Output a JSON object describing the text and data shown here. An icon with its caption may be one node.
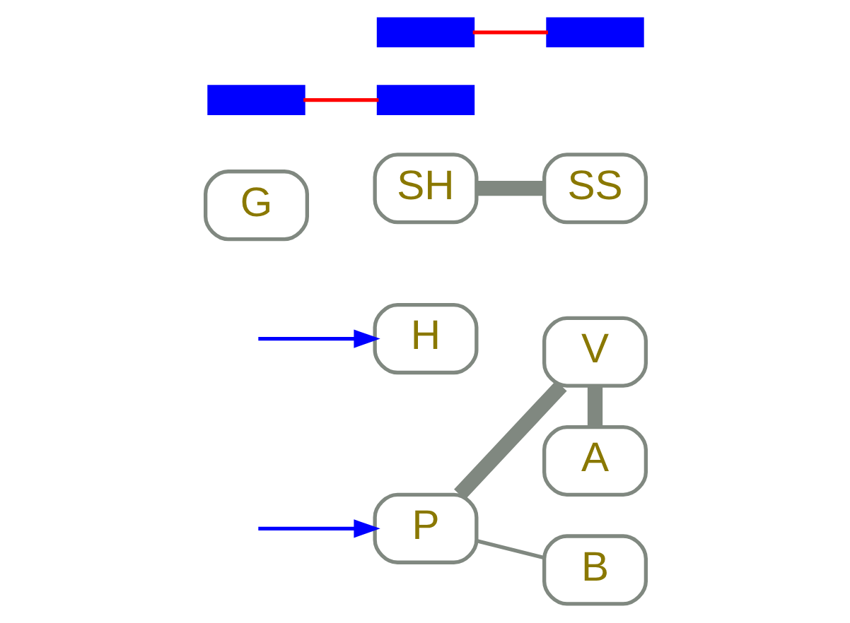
{
  "diagram": {
    "nodes": [
      {
        "text": [
          "P"
        ]
      },
      {
        "text": [
          "H"
        ]
      },
      {
        "text": [
          "SH"
        ]
      },
      {
        "text": [
          "A"
        ]
      },
      {
        "text": [
          "V"
        ]
      },
      {
        "text": [
          "G"
        ]
      },
      {
        "text": [
          "B"
        ]
      },
      {
        "text": [
          "SS"
        ]
      },
      {
        "text": [],
        "shape": "bar"
      },
      {
        "text": [],
        "shape": "bar"
      },
      {
        "text": [],
        "shape": "bar"
      },
      {
        "text": [],
        "shape": "bar"
      }
    ],
    "edges": [
      {
        "from": null,
        "to": 0,
        "arrow": "to",
        "color": "#0000ff"
      },
      {
        "from": null,
        "to": 1,
        "arrow": "to",
        "color": "#0000ff"
      },
      {
        "from": 0,
        "to": 4,
        "arrow": "none",
        "style": "thick"
      },
      {
        "from": 4,
        "to": 3,
        "arrow": "none",
        "style": "thick"
      },
      {
        "from": 2,
        "to": 7,
        "arrow": "none",
        "style": "thick"
      },
      {
        "from": 0,
        "to": 6,
        "arrow": "none"
      },
      {
        "from": 9,
        "to": 10,
        "arrow": "none",
        "color": "#ff0000"
      },
      {
        "from": 8,
        "to": 11,
        "arrow": "none",
        "color": "#ff0000"
      }
    ]
  }
}
